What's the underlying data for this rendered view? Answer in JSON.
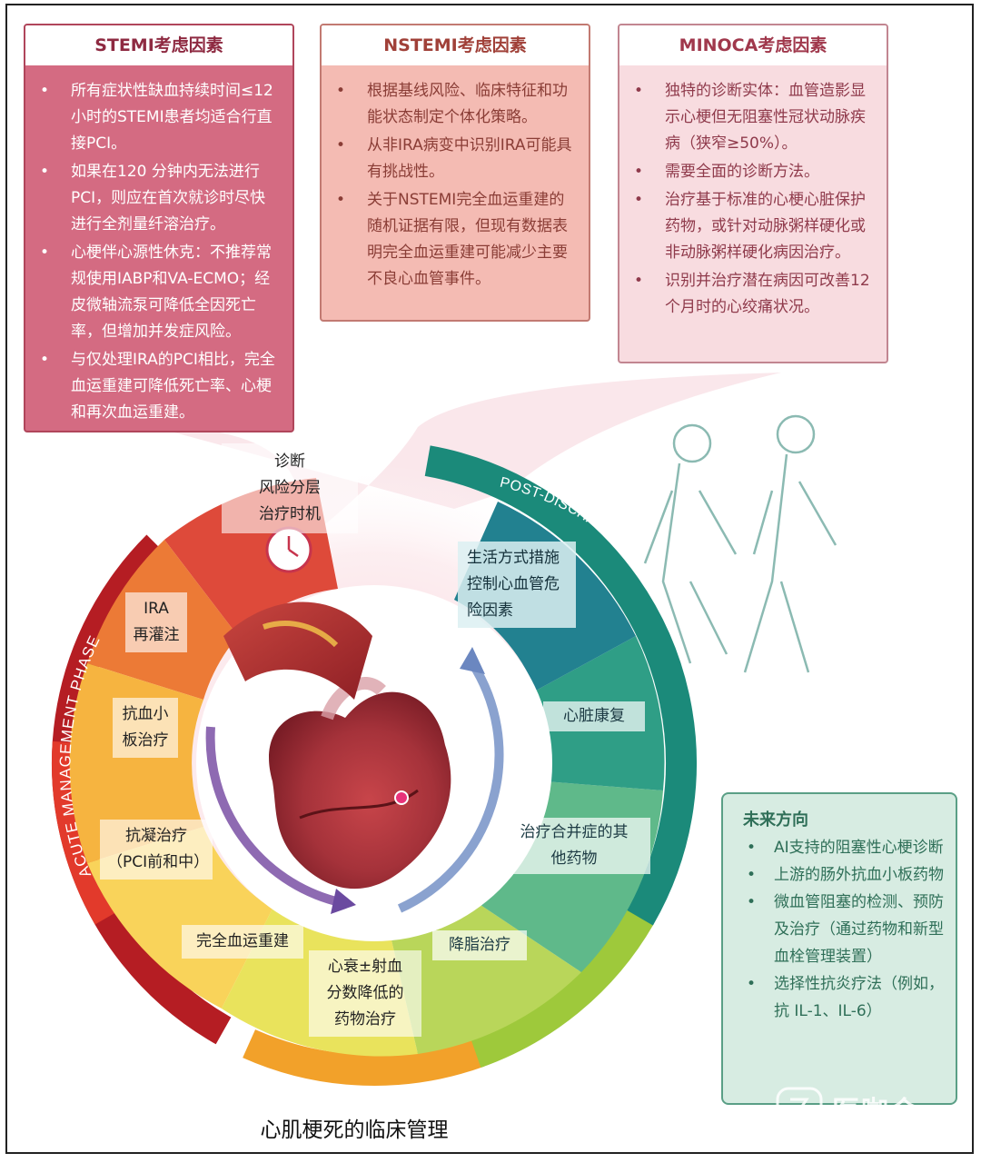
{
  "stemi": {
    "title": "STEMI考虑因素",
    "items": [
      "所有症状性缺血持续时间≤12小时的STEMI患者均适合行直接PCI。",
      "如果在120 分钟内无法进行PCI，则应在首次就诊时尽快进行全剂量纤溶治疗。",
      "心梗伴心源性休克：不推荐常规使用IABP和VA-ECMO；经皮微轴流泵可降低全因死亡率，但增加并发症风险。",
      "与仅处理IRA的PCI相比，完全血运重建可降低死亡率、心梗和再次血运重建。"
    ]
  },
  "nstemi": {
    "title": "NSTEMI考虑因素",
    "items": [
      "根据基线风险、临床特征和功能状态制定个体化策略。",
      "从非IRA病变中识别IRA可能具有挑战性。",
      "关于NSTEMI完全血运重建的随机证据有限，但现有数据表明完全血运重建可能减少主要不良心血管事件。"
    ]
  },
  "minoca": {
    "title": "MINOCA考虑因素",
    "items": [
      "独特的诊断实体：血管造影显示心梗但无阻塞性冠状动脉疾病（狭窄≥50%）。",
      "需要全面的诊断方法。",
      "治疗基于标准的心梗心脏保护药物，或针对动脉粥样硬化或非动脉粥样硬化病因治疗。",
      "识别并治疗潜在病因可改善12个月时的心绞痛状况。"
    ]
  },
  "future": {
    "title": "未来方向",
    "items": [
      "AI支持的阻塞性心梗诊断",
      "上游的肠外抗血小板药物",
      "微血管阻塞的检测、预防及治疗（通过药物和新型血栓管理装置）",
      "选择性抗炎疗法（例如，抗 IL-1、IL-6）"
    ]
  },
  "wheel": {
    "acute_phase": "ACUTE MANAGEMENT PHASE",
    "post_phase": "POST-DISCHARGE AND LONG-TERM SECONDARY PREVENTION",
    "center": {
      "l1": "诊断",
      "l2": "风险分层",
      "l3": "治疗时机"
    },
    "segments": {
      "ira": {
        "l1": "IRA",
        "l2": "再灌注"
      },
      "antiplatelet": {
        "l1": "抗血小",
        "l2": "板治疗"
      },
      "anticoag": {
        "l1": "抗凝治疗",
        "l2": "（PCI前和中）"
      },
      "complete_revasc": "完全血运重建",
      "hf_drugs": {
        "l1": "心衰±射血",
        "l2": "分数降低的",
        "l3": "药物治疗"
      },
      "lipid": "降脂治疗",
      "comorbid": {
        "l1": "治疗合并症的其",
        "l2": "他药物"
      },
      "rehab": "心脏康复",
      "lifestyle": {
        "l1": "生活方式措施",
        "l2": "控制心血管危",
        "l3": "险因素"
      }
    }
  },
  "caption": "心肌梗死的临床管理",
  "watermark": "医咖会"
}
